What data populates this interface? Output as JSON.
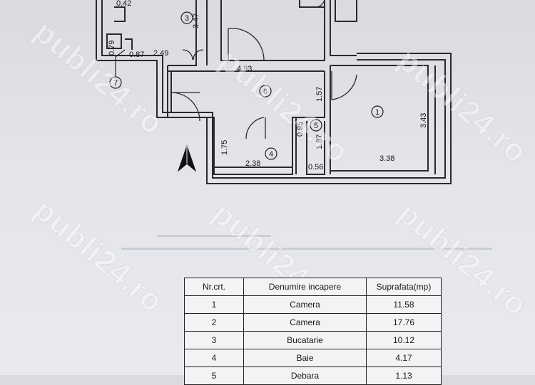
{
  "plan": {
    "dimensions": [
      "0.42",
      "3.47",
      "0.79",
      "0.87",
      "2.49",
      "4.93",
      "1.57",
      "3.43",
      "0.95",
      "1.87",
      "1.75",
      "2.38",
      "0.56",
      "3.38"
    ],
    "room_markers": [
      "3",
      "7",
      "6",
      "1",
      "5",
      "4"
    ]
  },
  "table": {
    "headers": [
      "Nr.crt.",
      "Denumire incapere",
      "Suprafata(mp)"
    ],
    "rows": [
      [
        "1",
        "Camera",
        "11.58"
      ],
      [
        "2",
        "Camera",
        "17.76"
      ],
      [
        "3",
        "Bucatarie",
        "10.12"
      ],
      [
        "4",
        "Baie",
        "4.17"
      ],
      [
        "5",
        "Debara",
        "1.13"
      ]
    ]
  },
  "watermark": "publi24.ro"
}
